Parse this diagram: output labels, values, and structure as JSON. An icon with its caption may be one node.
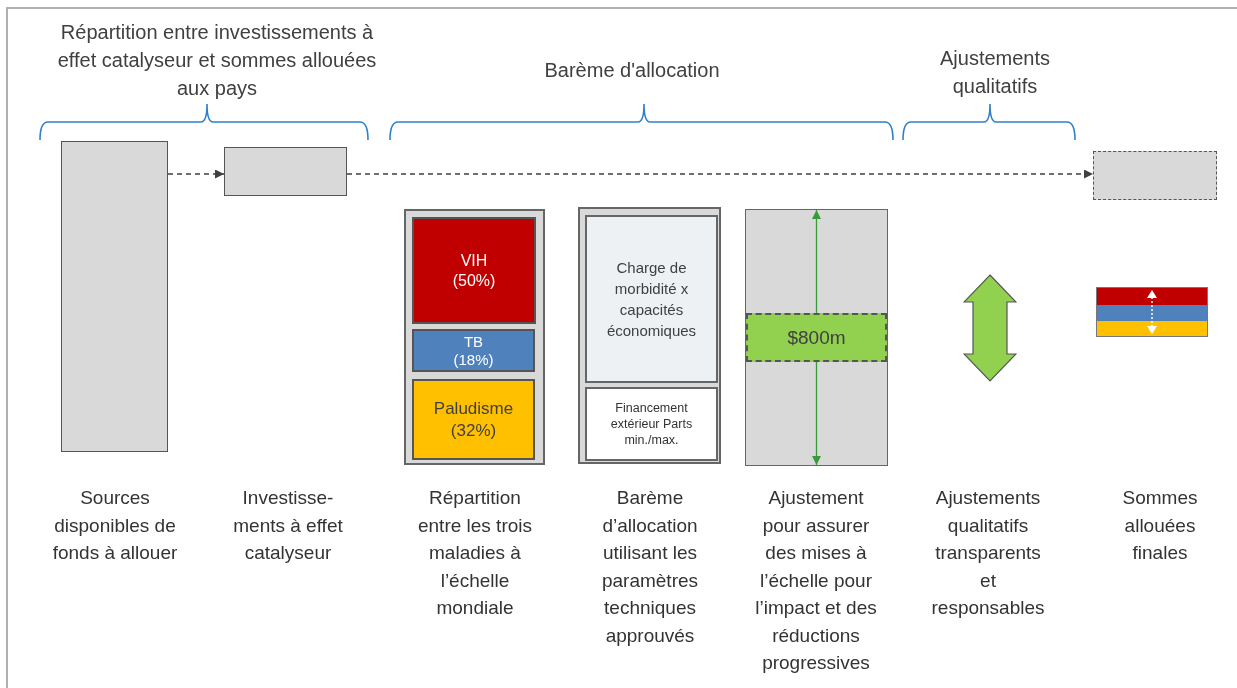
{
  "diagram": {
    "nodes": [
      {
        "text": [],
        "shape": "box",
        "beside": [
          "Sources disponibles de fonds à allouer"
        ]
      },
      {
        "text": [],
        "shape": "box"
      },
      {
        "text": [],
        "shape": "box",
        "beside": [
          "Répartition entre les trois maladies à l’échelle mondiale"
        ]
      },
      {
        "text": [
          "VIH (50%)"
        ],
        "in": 2
      },
      {
        "text": [
          "TB (18%)"
        ],
        "in": 2
      },
      {
        "text": [
          "Paludisme (32%)"
        ],
        "in": 2
      },
      {
        "text": [],
        "shape": "box",
        "beside": [
          "Barème d’allocation utilisant les paramètres techniques approuvés"
        ]
      },
      {
        "text": [
          "Charge de morbidité x capacités économiques"
        ],
        "in": 6
      },
      {
        "text": [
          "Financement extérieur Parts min./max."
        ],
        "in": 6
      },
      {
        "text": [],
        "shape": "box",
        "beside": [
          "Ajustement pour assurer des mises à l’échelle pour l’impact et des réductions progressives"
        ]
      },
      {
        "text": [
          "$800m"
        ],
        "in": 9
      },
      {
        "text": [],
        "shape": "arrow"
      },
      {
        "text": [],
        "shape": "box"
      },
      {
        "text": [],
        "shape": "bar"
      }
    ],
    "edges": [
      {
        "from": 0,
        "to": 1,
        "arrow": "to",
        "style": "dashed"
      },
      {
        "from": 1,
        "to": 12,
        "arrow": "to",
        "style": "dashed"
      },
      {
        "from": 10,
        "to": 9,
        "arrow": "to",
        "color": "#3a9a3a"
      },
      {
        "from": 10,
        "to": 9,
        "arrow": "to",
        "color": "#3a9a3a"
      }
    ],
    "labels": [
      "Répartition entre investissements à effet catalyseur et sommes allouées aux pays",
      "Barème d'allocation",
      "Ajustements qualitatifs",
      "Investisse- ments à effet catalyseur",
      "Ajustements qualitatifs transparents et responsables",
      "Sommes allouées finales"
    ]
  }
}
